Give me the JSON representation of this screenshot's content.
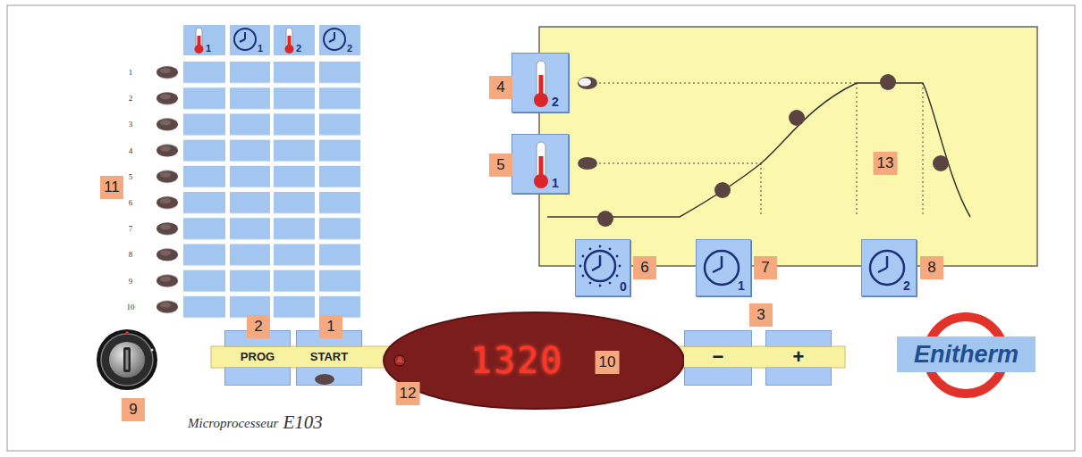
{
  "diagram": {
    "nodes": [
      {
        "text": [
          "1"
        ]
      },
      {
        "text": [
          "1"
        ]
      },
      {
        "text": [
          "2"
        ]
      },
      {
        "text": [
          "2"
        ]
      },
      {
        "text": [
          "2"
        ]
      },
      {
        "text": [
          "1"
        ]
      },
      {
        "text": [
          "0"
        ]
      },
      {
        "text": [
          "1"
        ]
      },
      {
        "text": [
          "2"
        ]
      },
      {
        "text": [
          "PROG"
        ]
      },
      {
        "text": [
          "START"
        ]
      },
      {
        "text": [
          "1320"
        ]
      },
      {
        "text": [
          "−"
        ]
      },
      {
        "text": [
          "+"
        ]
      },
      {
        "text": [
          "Enitherm"
        ]
      }
    ],
    "labels": [
      "4",
      "5",
      "13",
      "6",
      "7",
      "8",
      "11",
      "2",
      "1",
      "3",
      "10",
      "12",
      "9",
      "1",
      "2",
      "3",
      "4",
      "5",
      "6",
      "7",
      "8",
      "9",
      "10",
      "Microprocesseur",
      "E103"
    ]
  }
}
